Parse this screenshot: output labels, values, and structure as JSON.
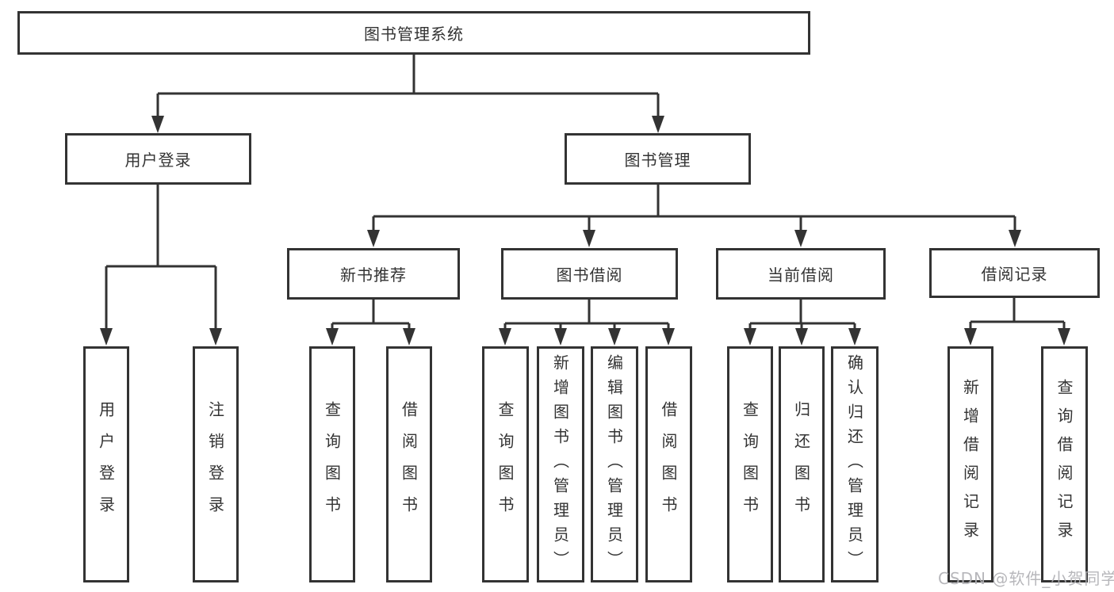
{
  "tree": {
    "root": {
      "label": "图书管理系统",
      "children": [
        {
          "label": "用户登录",
          "children": [
            {
              "label": "用户登录"
            },
            {
              "label": "注销登录"
            }
          ]
        },
        {
          "label": "图书管理",
          "children": [
            {
              "label": "新书推荐",
              "children": [
                {
                  "label": "查询图书"
                },
                {
                  "label": "借阅图书"
                }
              ]
            },
            {
              "label": "图书借阅",
              "children": [
                {
                  "label": "查询图书"
                },
                {
                  "label": "新增图书（管理员）"
                },
                {
                  "label": "编辑图书（管理员）"
                },
                {
                  "label": "借阅图书"
                }
              ]
            },
            {
              "label": "当前借阅",
              "children": [
                {
                  "label": "查询图书"
                },
                {
                  "label": "归还图书"
                },
                {
                  "label": "确认归还（管理员）"
                }
              ]
            },
            {
              "label": "借阅记录",
              "children": [
                {
                  "label": "新增借阅记录"
                },
                {
                  "label": "查询借阅记录"
                }
              ]
            }
          ]
        }
      ]
    }
  },
  "watermark": {
    "text": "CSDN @软件_小贺同学"
  },
  "colors": {
    "line": "#333333",
    "box_border": "#333333",
    "text": "#333333",
    "watermark": "#b0b0b4",
    "background": "#ffffff"
  }
}
